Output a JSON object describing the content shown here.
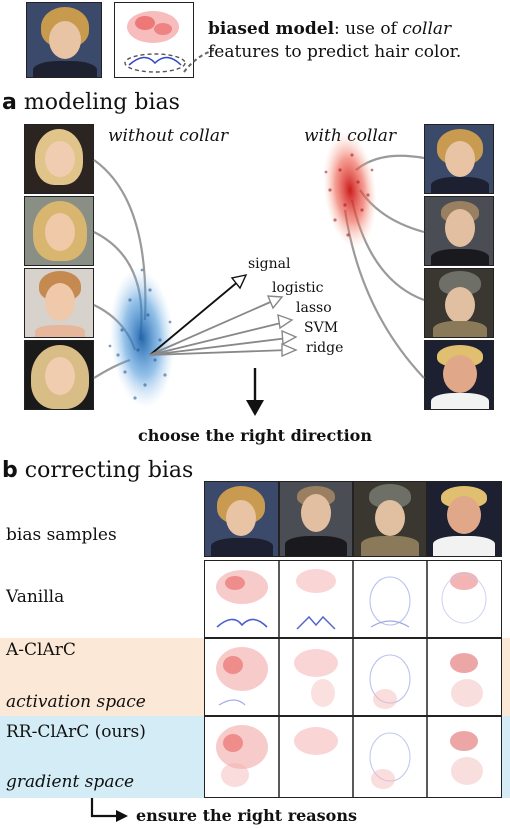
{
  "header": {
    "note_bold": "biased model",
    "note_text1": ": use of ",
    "note_italic": "collar",
    "note_text2": "features to predict hair color."
  },
  "section_a": {
    "letter": "a",
    "title": "modeling bias",
    "without_label": "without collar",
    "with_label": "with collar",
    "directions": [
      "signal",
      "logistic",
      "lasso",
      "SVM",
      "ridge"
    ],
    "caption": "choose the right direction"
  },
  "section_b": {
    "letter": "b",
    "title": "correcting bias",
    "rows": [
      {
        "label": "bias samples",
        "sub": ""
      },
      {
        "label": "Vanilla",
        "sub": ""
      },
      {
        "label": "A-ClArC",
        "sub": "activation space"
      },
      {
        "label": "RR-ClArC (ours)",
        "sub": "gradient space"
      }
    ],
    "caption": "ensure the right reasons"
  },
  "colors": {
    "aclarc_band": "#fbe8d6",
    "rrclarc_band": "#d3ecf5",
    "blue_cloud": "#1f78c8",
    "red_cloud": "#e0201a"
  }
}
